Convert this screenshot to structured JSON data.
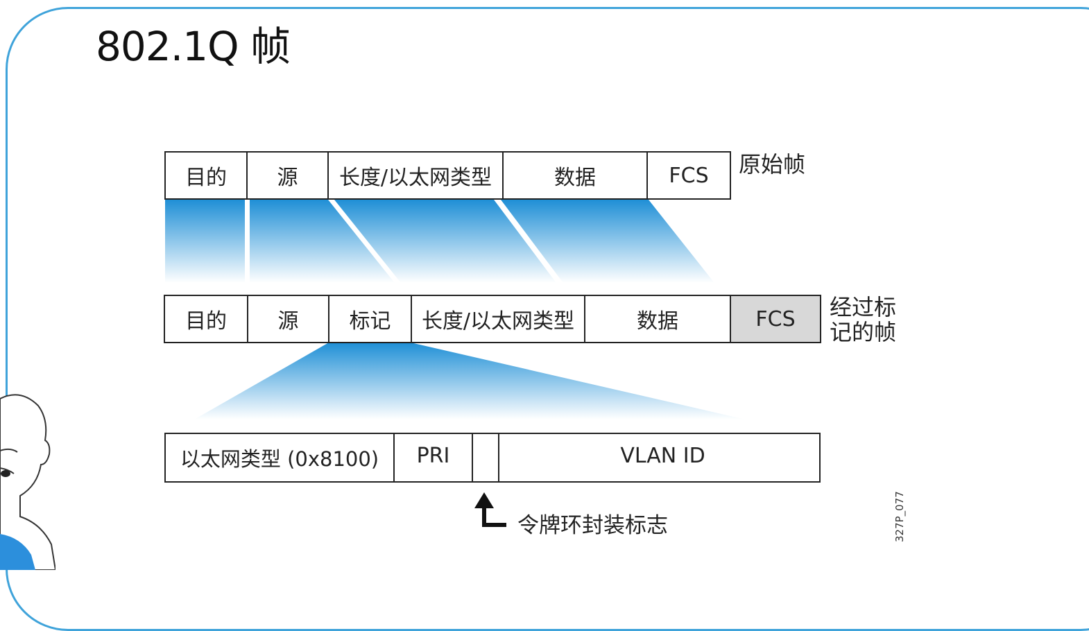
{
  "title": "802.1Q 帧",
  "original_frame": {
    "label": "原始帧",
    "fields": [
      "目的",
      "源",
      "长度/以太网类型",
      "数据",
      "FCS"
    ]
  },
  "tagged_frame": {
    "label_line1": "经过标",
    "label_line2": "记的帧",
    "fields": [
      "目的",
      "源",
      "标记",
      "长度/以太网类型",
      "数据",
      "FCS"
    ]
  },
  "tag_detail": {
    "fields": [
      "以太网类型 (0x8100)",
      "PRI",
      "",
      "VLAN ID"
    ]
  },
  "token_ring_label": "令牌环封装标志",
  "figure_code": "327P_077",
  "colors": {
    "accent": "#1f8fd6",
    "frame_border": "#3fa3da",
    "fcs_fill": "#d8d8d8",
    "handwriting": "#e0201a"
  }
}
